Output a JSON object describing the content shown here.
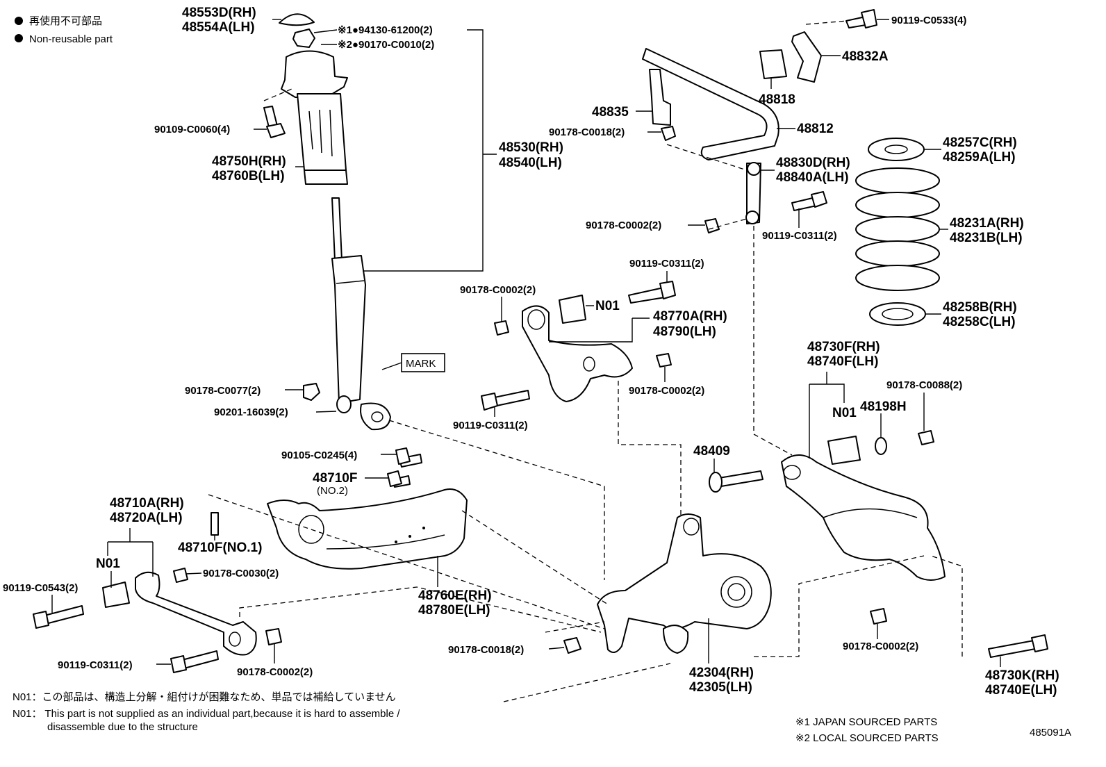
{
  "legend": {
    "non_reusable_jp": "再使用不可部品",
    "non_reusable_en": "Non-reusable part"
  },
  "labels": {
    "p48553d": "48553D(RH)",
    "p48554a": "48554A(LH)",
    "p94130": "※1●94130-61200(2)",
    "p90170": "※2●90170-C0010(2)",
    "p90109": "90109-C0060(4)",
    "p48750h": "48750H(RH)",
    "p48760b": "48760B(LH)",
    "p48530": "48530(RH)",
    "p48540": "48540(LH)",
    "mark": "MARK",
    "p90178_c0077": "90178-C0077(2)",
    "p90201": "90201-16039(2)",
    "p90105": "90105-C0245(4)",
    "p48710f_no2_a": "48710F",
    "p48710f_no2_b": "(NO.2)",
    "p48710a": "48710A(RH)",
    "p48720a": "48720A(LH)",
    "p48710f_no1": "48710F(NO.1)",
    "n01_left": "N01",
    "p90178_c0030": "90178-C0030(2)",
    "p90119_c0543": "90119-C0543(2)",
    "p48760e": "48760E(RH)",
    "p48780e": "48780E(LH)",
    "p90119_c0311_bl": "90119-C0311(2)",
    "p90178_c0002_bl": "90178-C0002(2)",
    "p90119_c0533": "90119-C0533(4)",
    "p48832a": "48832A",
    "p48818": "48818",
    "p48835": "48835",
    "p90178_c0018_top": "90178-C0018(2)",
    "p48812": "48812",
    "p48830d": "48830D(RH)",
    "p48840a": "48840A(LH)",
    "p90178_c0002_link": "90178-C0002(2)",
    "p90119_c0311_link": "90119-C0311(2)",
    "p48257c": "48257C(RH)",
    "p48259a": "48259A(LH)",
    "p48231a": "48231A(RH)",
    "p48231b": "48231B(LH)",
    "p48258b": "48258B(RH)",
    "p48258c": "48258C(LH)",
    "p90119_c0311_mid": "90119-C0311(2)",
    "p90178_c0002_midtop": "90178-C0002(2)",
    "n01_mid": "N01",
    "p48770a": "48770A(RH)",
    "p48790": "48790(LH)",
    "p90178_c0002_midright": "90178-C0002(2)",
    "p90119_c0311_midbot": "90119-C0311(2)",
    "p48730f": "48730F(RH)",
    "p48740f": "48740F(LH)",
    "p90178_c0088": "90178-C0088(2)",
    "n01_right": "N01",
    "p48198h": "48198H",
    "p48409": "48409",
    "p90178_c0002_right": "90178-C0002(2)",
    "p48730k": "48730K(RH)",
    "p48740e": "48740E(LH)",
    "p42304": "42304(RH)",
    "p42305": "42305(LH)",
    "p90178_c0018_bot": "90178-C0018(2)"
  },
  "notes": {
    "n01_jp": "N01：この部品は、構造上分解・組付けが困難なため、単品では補給していません",
    "n01_en_1": "N01： This part is not supplied as an individual part,because it is hard to assemble /",
    "n01_en_2": "disassemble due to the structure",
    "japan_sourced": "※1 JAPAN SOURCED PARTS",
    "local_sourced": "※2 LOCAL SOURCED PARTS",
    "figure_id": "485091A"
  }
}
